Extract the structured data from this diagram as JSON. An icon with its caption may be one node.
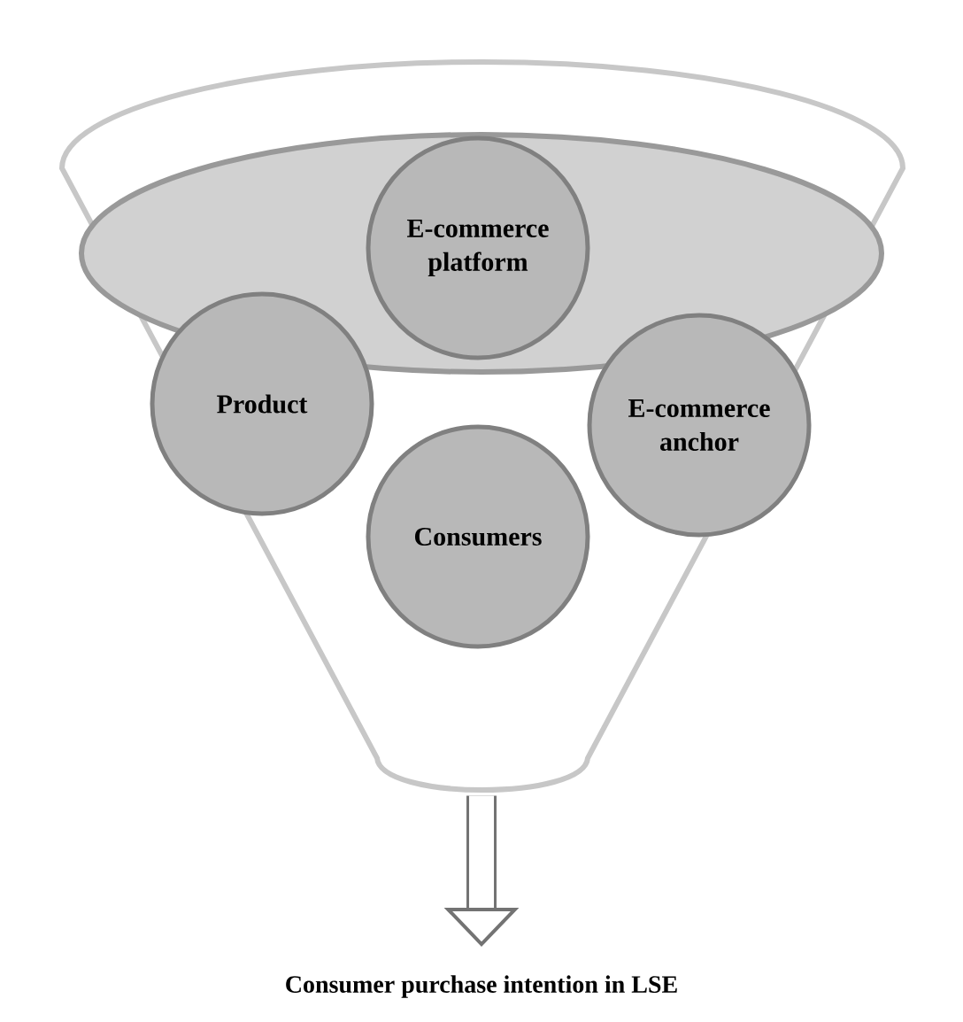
{
  "diagram": {
    "nodes": [
      {
        "text": [],
        "shape": "funnel"
      },
      {
        "text": [
          "E-commerce platform"
        ],
        "in": 0
      },
      {
        "text": [
          "Product"
        ],
        "in": 0
      },
      {
        "text": [
          "E-commerce anchor"
        ],
        "in": 0
      },
      {
        "text": [
          "Consumers"
        ],
        "in": 0
      },
      {
        "text": [
          "Consumer purchase intention in LSE"
        ]
      }
    ],
    "edges": [
      {
        "from": 0,
        "to": 5,
        "arrow": "to"
      }
    ]
  }
}
